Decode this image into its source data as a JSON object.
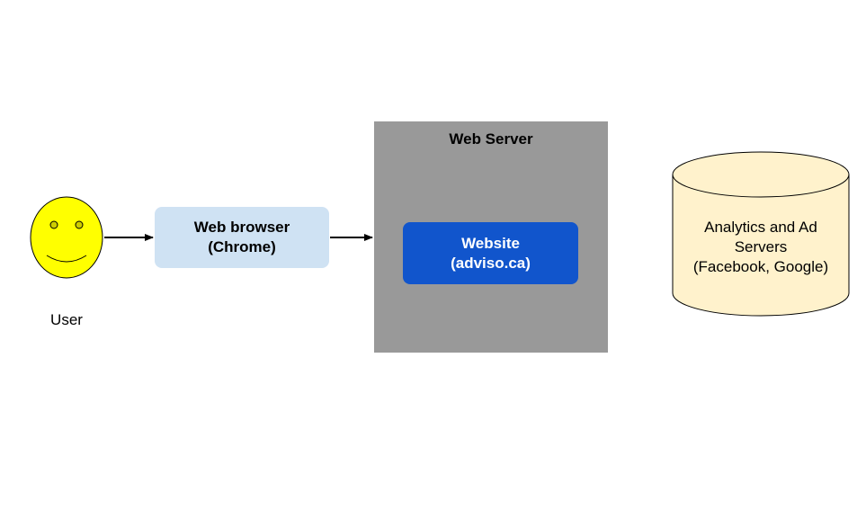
{
  "user": {
    "label": "User"
  },
  "browser": {
    "line1": "Web browser",
    "line2": "(Chrome)"
  },
  "server": {
    "title": "Web Server",
    "website_line1": "Website",
    "website_line2": "(adviso.ca)"
  },
  "analytics": {
    "line1": "Analytics and Ad",
    "line2": "Servers",
    "line3": "(Facebook, Google)"
  },
  "colors": {
    "face_fill": "#ffff00",
    "browser_fill": "#cfe2f3",
    "server_fill": "#999999",
    "website_fill": "#1155cc",
    "database_fill": "#fff2cc"
  },
  "icons": {
    "user": "smiley-face-icon",
    "database": "cylinder-database-icon"
  }
}
